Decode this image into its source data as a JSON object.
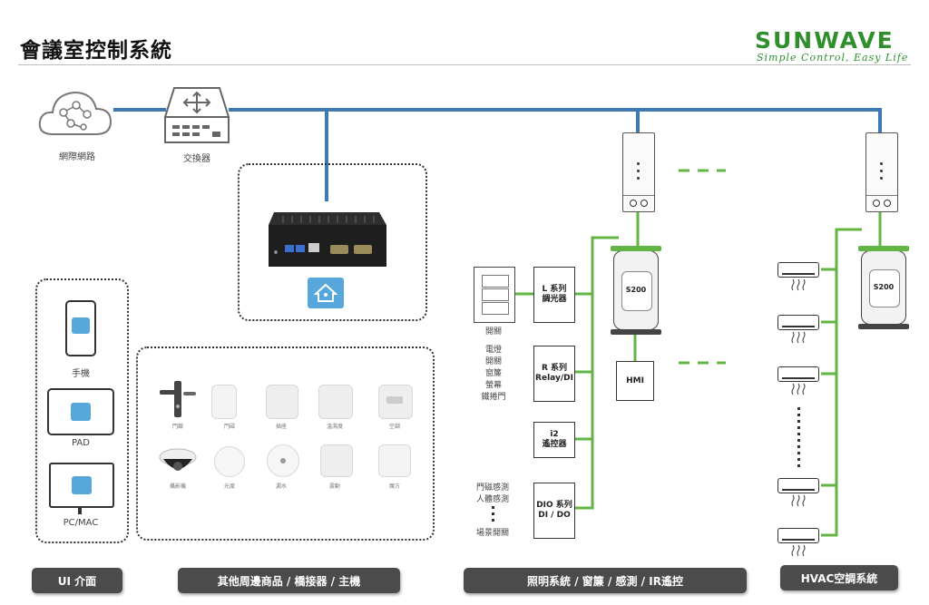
{
  "header": {
    "title": "會議室控制系統",
    "brand_name": "SUNWAVE",
    "brand_tagline": "Simple Control, Easy Life"
  },
  "colors": {
    "blue_line": "#3d79b4",
    "green_line": "#62b443",
    "brand_green": "#2f8f2c",
    "label_bg": "#4b4b4b"
  },
  "network": {
    "internet_label": "網際網路",
    "switch_label": "交換器"
  },
  "ui_panel": {
    "devices": [
      {
        "label": "手機",
        "icon": "phone-icon"
      },
      {
        "label": "PAD",
        "icon": "tablet-icon"
      },
      {
        "label": "PC/MAC",
        "icon": "monitor-icon"
      }
    ]
  },
  "peripherals": {
    "items": [
      {
        "label": "門鎖",
        "icon": "door-lock-icon"
      },
      {
        "label": "門磁",
        "icon": "door-sensor-icon"
      },
      {
        "label": "插座",
        "icon": "smart-plug-icon"
      },
      {
        "label": "溫濕度",
        "icon": "temp-humidity-icon"
      },
      {
        "label": "空調",
        "icon": "ac-controller-icon"
      },
      {
        "label": "攝影機",
        "icon": "camera-icon"
      },
      {
        "label": "光度",
        "icon": "light-sensor-icon"
      },
      {
        "label": "漏水",
        "icon": "water-leak-icon"
      },
      {
        "label": "震動",
        "icon": "vibration-sensor-icon"
      },
      {
        "label": "魔方",
        "icon": "magic-cube-icon"
      }
    ]
  },
  "lighting": {
    "switch_label": "開關",
    "l_series": "L 系列\n調光器",
    "r_series": "R 系列\nRelay/DI",
    "i2_label": "i2\n遙控器",
    "dio_series": "DIO 系列\nDI / DO",
    "controlled_list": "電燈\n開關\n窗簾\n螢幕\n鐵捲門",
    "sensor_list": "門磁感測\n人體感測",
    "scene_switch": "場景開關",
    "s200": "S200",
    "hmi": "HMI"
  },
  "hvac": {
    "s200": "S200"
  },
  "footer": {
    "ui_label": "UI 介面",
    "peripherals_label": "其他周邊商品 / 橋接器 / 主機",
    "lighting_label": "照明系統 / 窗簾 / 感測 / IR遙控",
    "hvac_label": "HVAC空調系統"
  }
}
